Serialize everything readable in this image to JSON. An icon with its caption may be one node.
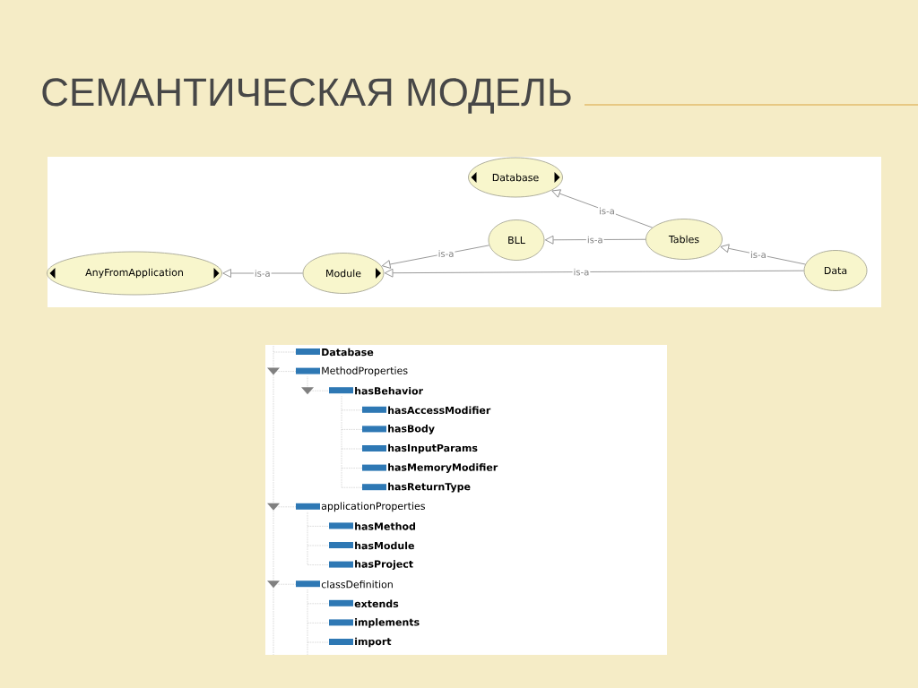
{
  "diagram": {
    "title": "СЕМАНТИЧЕСКАЯ МОДЕЛЬ",
    "nodes": [
      {
        "text": [
          "AnyFromApplication"
        ]
      },
      {
        "text": [
          "Module"
        ]
      },
      {
        "text": [
          "BLL"
        ]
      },
      {
        "text": [
          "Database"
        ]
      },
      {
        "text": [
          "Tables"
        ]
      },
      {
        "text": [
          "Data"
        ]
      }
    ],
    "edges": [
      {
        "from": 1,
        "to": 0,
        "arrow": "to",
        "label": "is-a"
      },
      {
        "from": 2,
        "to": 1,
        "arrow": "to",
        "label": "is-a"
      },
      {
        "from": 4,
        "to": 3,
        "arrow": "to",
        "label": "is-a"
      },
      {
        "from": 4,
        "to": 2,
        "arrow": "to",
        "label": "is-a"
      },
      {
        "from": 5,
        "to": 4,
        "arrow": "to",
        "label": "is-a"
      },
      {
        "from": 5,
        "to": 1,
        "arrow": "to",
        "label": "is-a"
      }
    ],
    "labels": [
      "Database",
      "MethodProperties",
      "hasBehavior",
      "hasAccessModifier",
      "hasBody",
      "hasInputParams",
      "hasMemoryModifier",
      "hasReturnType",
      "applicationProperties",
      "hasMethod",
      "hasModule",
      "hasProject",
      "classDefinition",
      "extends",
      "implements",
      "import"
    ]
  }
}
